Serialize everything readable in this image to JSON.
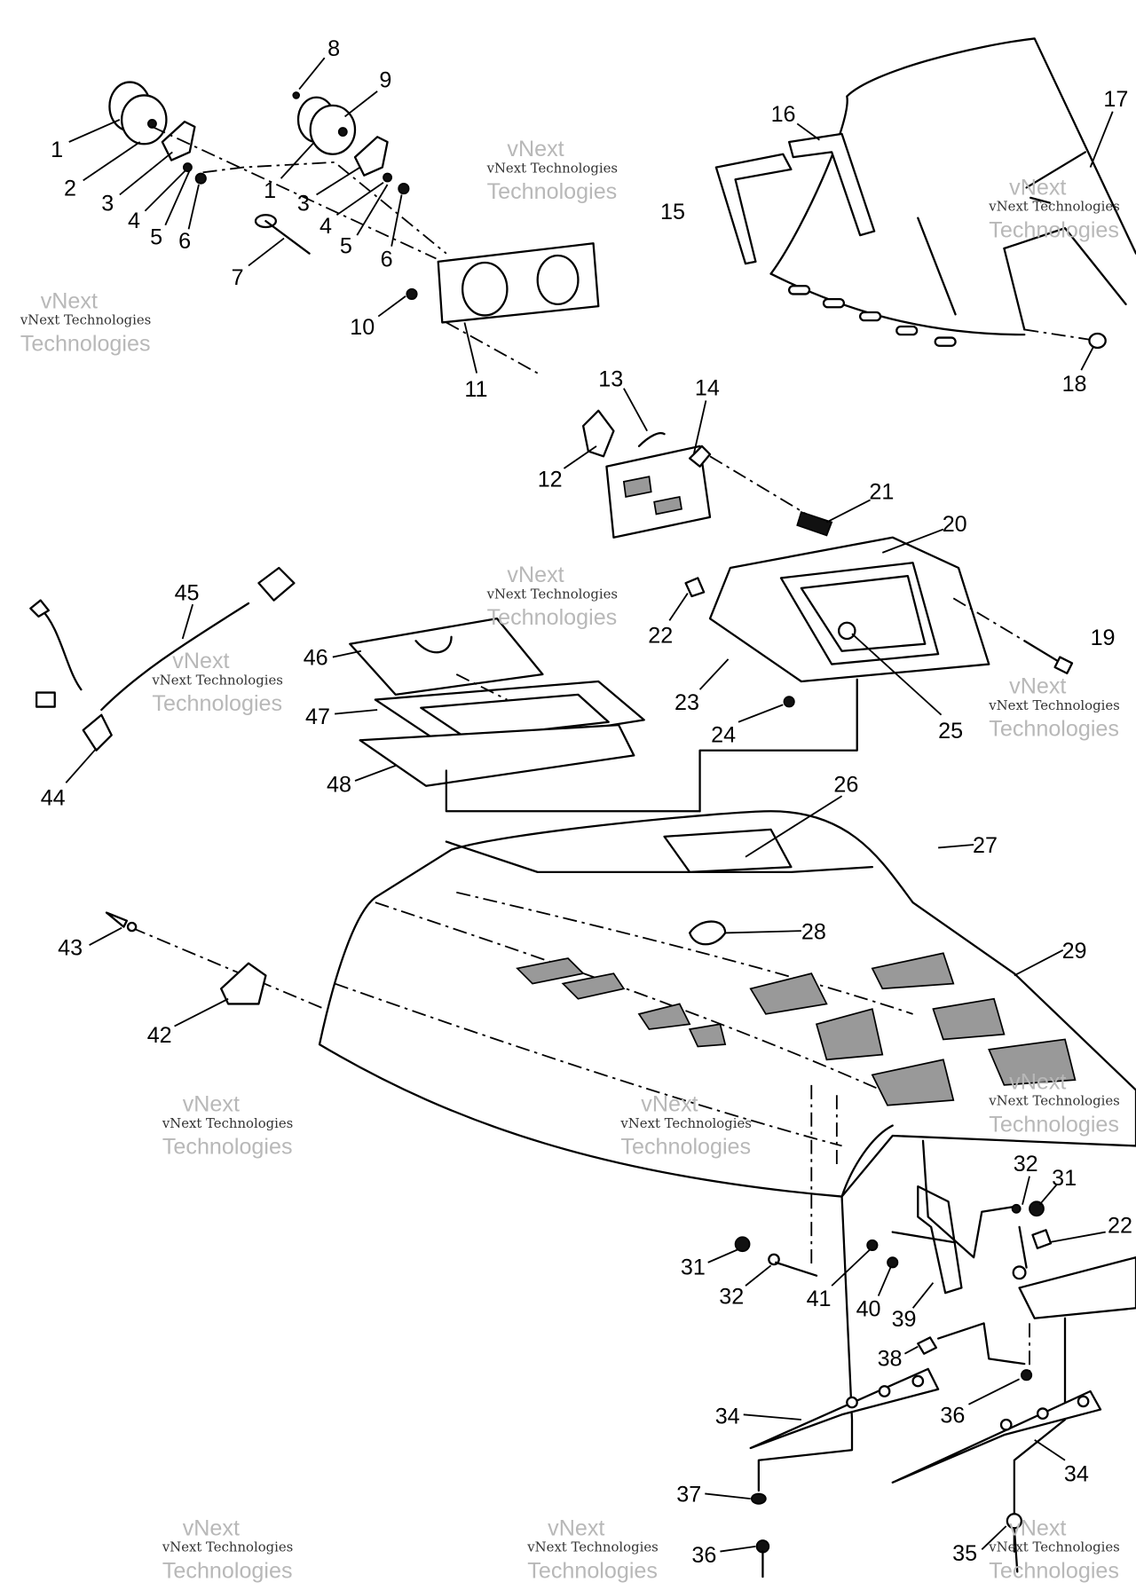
{
  "diagram": {
    "type": "exploded parts diagram",
    "labels": [
      "8",
      "9",
      "1",
      "2",
      "3",
      "4",
      "5",
      "6",
      "1",
      "3",
      "4",
      "5",
      "6",
      "7",
      "10",
      "11",
      "15",
      "16",
      "17",
      "18",
      "13",
      "14",
      "12",
      "21",
      "20",
      "22",
      "23",
      "24",
      "25",
      "19",
      "45",
      "46",
      "47",
      "48",
      "44",
      "26",
      "27",
      "28",
      "29",
      "43",
      "42",
      "32",
      "31",
      "22",
      "31",
      "32",
      "41",
      "40",
      "39",
      "38",
      "36",
      "34",
      "34",
      "37",
      "36",
      "35"
    ],
    "watermark": "vNext Technologies",
    "watermark_big_top": "vNext",
    "watermark_big_bottom": "Technologies"
  }
}
